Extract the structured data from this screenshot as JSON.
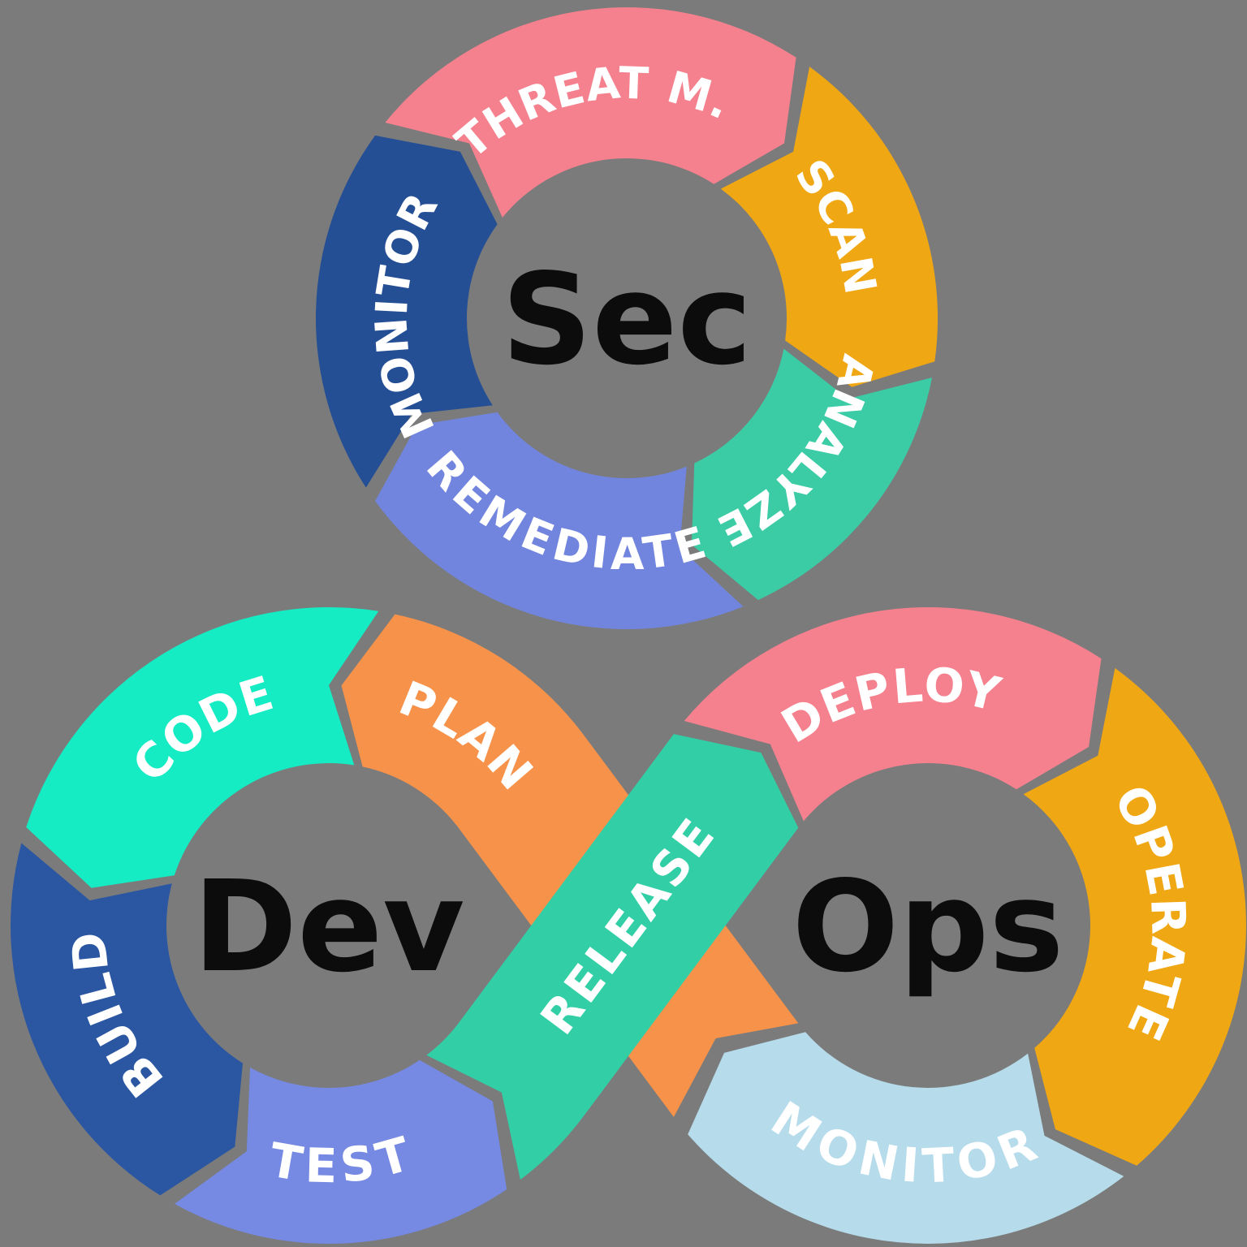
{
  "background_color": "#7b7b7b",
  "label_text_color": "#ffffff",
  "center_label_color": "#0c0c0c",
  "sec_cycle": {
    "center_label": "Sec",
    "flow_direction": "clockwise",
    "segments": [
      {
        "label": "THREAT M.",
        "color": "#f5818e"
      },
      {
        "label": "SCAN",
        "color": "#f0a714"
      },
      {
        "label": "ANALYZE",
        "color": "#3bcca6"
      },
      {
        "label": "REMEDIATE",
        "color": "#7285de"
      },
      {
        "label": "MONITOR",
        "color": "#254f95"
      }
    ]
  },
  "dev_loop": {
    "center_label": "Dev",
    "flow_direction": "counterclockwise",
    "segments": [
      {
        "label": "PLAN",
        "color": "#f7924a"
      },
      {
        "label": "CODE",
        "color": "#15ecc4"
      },
      {
        "label": "BUILD",
        "color": "#2a56a2"
      },
      {
        "label": "TEST",
        "color": "#7689e3"
      },
      {
        "label": "RELEASE",
        "color": "#32cfa7"
      }
    ]
  },
  "ops_loop": {
    "center_label": "Ops",
    "flow_direction": "clockwise",
    "segments": [
      {
        "label": "DEPLOY",
        "color": "#f5818e"
      },
      {
        "label": "OPERATE",
        "color": "#f0a714"
      },
      {
        "label": "MONITOR",
        "color": "#b6dcec"
      }
    ]
  }
}
